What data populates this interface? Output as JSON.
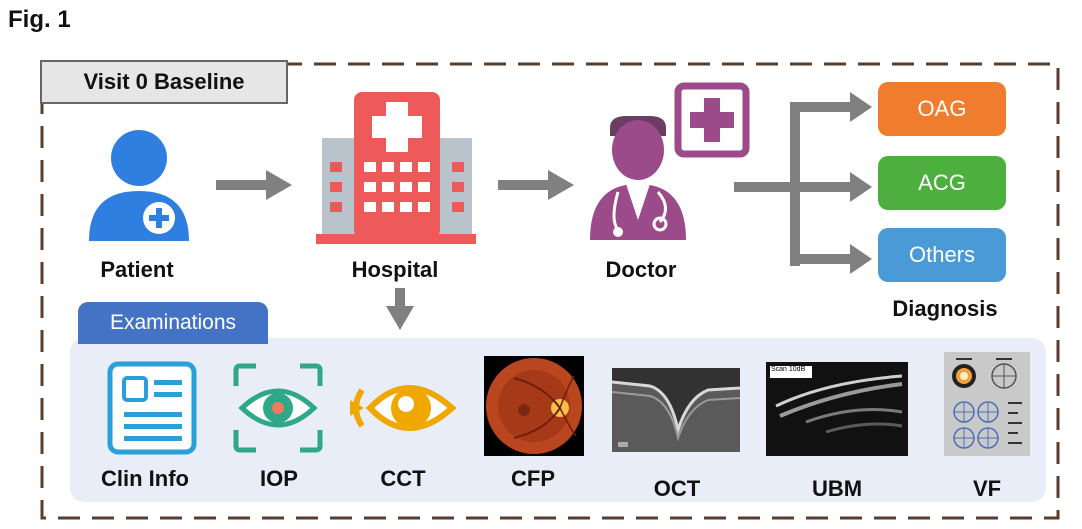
{
  "figure": {
    "label": "Fig. 1"
  },
  "visit": {
    "label": "Visit 0  Baseline"
  },
  "flow": {
    "patient": "Patient",
    "hospital": "Hospital",
    "doctor": "Doctor"
  },
  "diagnosis": {
    "title": "Diagnosis",
    "items": [
      {
        "label": "OAG",
        "color": "#f07c2e"
      },
      {
        "label": "ACG",
        "color": "#4caf3e"
      },
      {
        "label": "Others",
        "color": "#4a9ad8"
      }
    ]
  },
  "examinations": {
    "title": "Examinations",
    "items": [
      "Clin Info",
      "IOP",
      "CCT",
      "CFP",
      "OCT",
      "UBM",
      "VF"
    ]
  },
  "ubm_caption": "Scan 10dB"
}
